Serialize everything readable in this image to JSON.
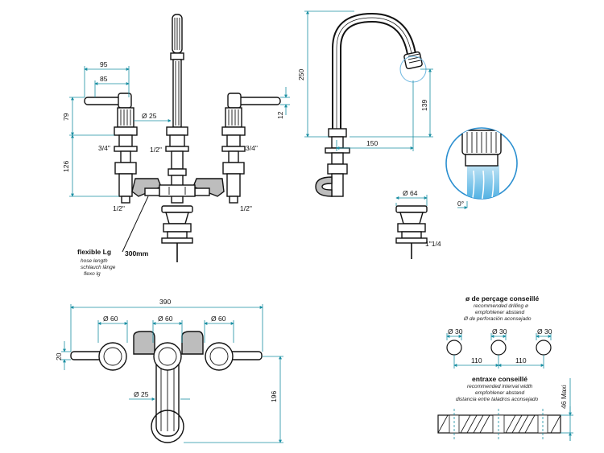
{
  "front_view": {
    "dim_95": "95",
    "dim_85": "85",
    "dim_79": "79",
    "dim_126": "126",
    "dim_12": "12",
    "dim_d25": "Ø 25",
    "thread_left": "3/4\"",
    "thread_center": "1/2\"",
    "thread_right": "3/4\"",
    "outlet_left": "1/2\"",
    "outlet_right": "1/2\""
  },
  "hose": {
    "title": "flexible Lg",
    "length": "300mm",
    "line1": "hose length",
    "line2": "schlauch länge",
    "line3": "flexo lg"
  },
  "side_view": {
    "dim_250": "250",
    "dim_139": "139",
    "dim_150": "150",
    "dim_d64": "Ø 64",
    "drain_thread": "1\"1/4"
  },
  "detail": {
    "angle": "0°"
  },
  "top_view": {
    "dim_390": "390",
    "dim_d60_left": "Ø 60",
    "dim_d60_center": "Ø 60",
    "dim_d60_right": "Ø 60",
    "dim_20": "20",
    "dim_d25": "Ø 25",
    "dim_196": "196"
  },
  "drilling": {
    "title": "ø de perçage conseillé",
    "line1": "recommended drilling ø",
    "line2": "empfohlener abstand",
    "line3": "Ø de perforación aconsejado",
    "hole1": "Ø 30",
    "hole2": "Ø 30",
    "hole3": "Ø 30",
    "spacing1": "110",
    "spacing2": "110"
  },
  "interval": {
    "title": "entraxe conseillé",
    "line1": "recommended interval width",
    "line2": "empfohlener abstand",
    "line3": "distancia entre taladros aconsejado",
    "max_thickness": "46 Maxi"
  }
}
